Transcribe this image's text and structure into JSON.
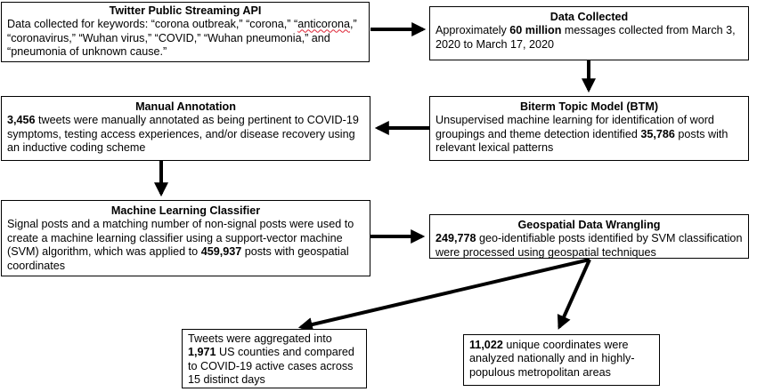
{
  "boxes": {
    "twitter_api": {
      "title": "Twitter Public Streaming API",
      "body_pre": "Data collected for keywords: “corona outbreak,” “corona,” “",
      "body_flagged": "anticorona",
      "body_post": ",” “coronavirus,” “Wuhan virus,” “COVID,” “Wuhan pneumonia,” and “pneumonia of unknown cause.”"
    },
    "data_collected": {
      "title": "Data Collected",
      "pre": "Approximately ",
      "bold": "60 million",
      "post": " messages collected from March 3, 2020 to March 17, 2020"
    },
    "btm": {
      "title": "Biterm Topic Model (BTM)",
      "pre": "Unsupervised machine learning for identification of word groupings and theme detection identified ",
      "bold": "35,786",
      "post": " posts with relevant lexical patterns"
    },
    "manual_annotation": {
      "title": "Manual Annotation",
      "bold": "3,456",
      "post": " tweets were manually annotated as being pertinent to COVID-19 symptoms, testing access experiences, and/or disease recovery using an inductive coding scheme"
    },
    "ml_classifier": {
      "title": "Machine Learning Classifier",
      "pre": "Signal posts and a matching number of non-signal posts were used to create a machine learning classifier using a support-vector machine (SVM) algorithm, which was applied to ",
      "bold": "459,937",
      "post": " posts with geospatial coordinates"
    },
    "geospatial": {
      "title": "Geospatial Data Wrangling",
      "bold": "249,778",
      "post": " geo-identifiable posts identified by SVM classification were processed using geospatial techniques"
    },
    "counties": {
      "pre": "Tweets were aggregated into ",
      "bold": "1,971",
      "post": " US counties and compared to COVID-19 active cases across 15 distinct days"
    },
    "coordinates": {
      "bold": "11,022",
      "post": " unique coordinates were analyzed nationally and in highly-populous metropolitan areas"
    }
  },
  "colors": {
    "stroke": "#000000",
    "spellcheck": "#dd2233"
  }
}
